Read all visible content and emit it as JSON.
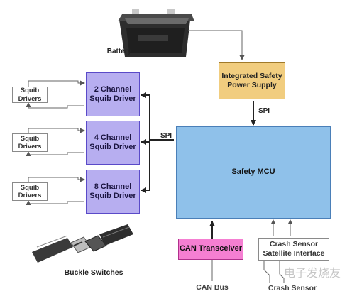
{
  "labels": {
    "battery": "Battery",
    "spi_top": "SPI",
    "spi_left": "SPI",
    "buckle": "Buckle Switches",
    "can_bus": "CAN Bus",
    "crash_sensor": "Crash Sensor",
    "watermark": "电子发烧友"
  },
  "boxes": {
    "psu": "Integrated Safety Power Supply",
    "mcu": "Safety MCU",
    "can": "CAN Transceiver",
    "crash_if": "Crash Sensor Satellite Interface",
    "drv2": "2 Channel Squib Driver",
    "drv4": "4 Channel Squib Driver",
    "drv8": "8 Channel Squib Driver",
    "squib1": "Squib Drivers",
    "squib2": "Squib Drivers",
    "squib3": "Squib Drivers"
  },
  "colors": {
    "squib_driver": "#b7aef0",
    "mcu": "#8fc1ea",
    "power_supply": "#f1cd7f",
    "can_transceiver": "#f57fd2"
  }
}
